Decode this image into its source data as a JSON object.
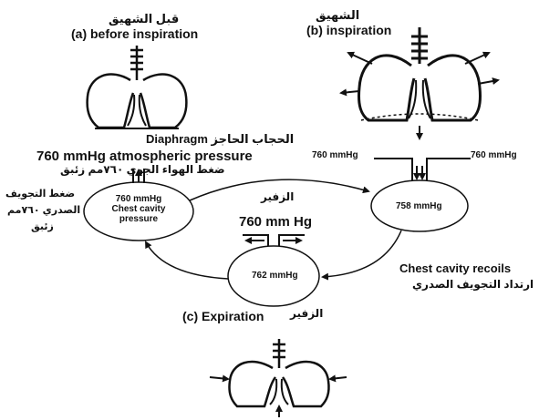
{
  "headings": {
    "before_ar": "قبل الشهيق",
    "before_en": "(a) before inspiration",
    "inspiration_ar": "الشهيق",
    "inspiration_en": "(b) inspiration",
    "expiration_en": "(c) Expiration",
    "expiration_ar": "الزفير"
  },
  "labels": {
    "diaphragm_ar": "الحجاب الحاجز",
    "diaphragm_en": "Diaphragm",
    "atm_en": "760 mmHg atmospheric pressure",
    "atm_ar": "ضغط الهواء الجوي ٧٦٠مم زئبق",
    "chest_pressure_ar_1": "ضغط التجويف",
    "chest_pressure_ar_2": "الصدري ٧٦٠مم",
    "chest_pressure_ar_3": "زئبق",
    "expiration_mid_ar": "الزفير",
    "recoil_en": "Chest cavity recoils",
    "recoil_ar": "ارتداد التجويف الصدري"
  },
  "chambers": {
    "left_line1": "760 mmHg",
    "left_line2": "Chest cavity",
    "left_line3": "pressure",
    "right_value": "758 mmHg",
    "bottom_value": "762 mmHg",
    "bottom_top": "760 mm Hg",
    "right_top_left": "760  mmHg",
    "right_top_right": "760  mmHg"
  }
}
